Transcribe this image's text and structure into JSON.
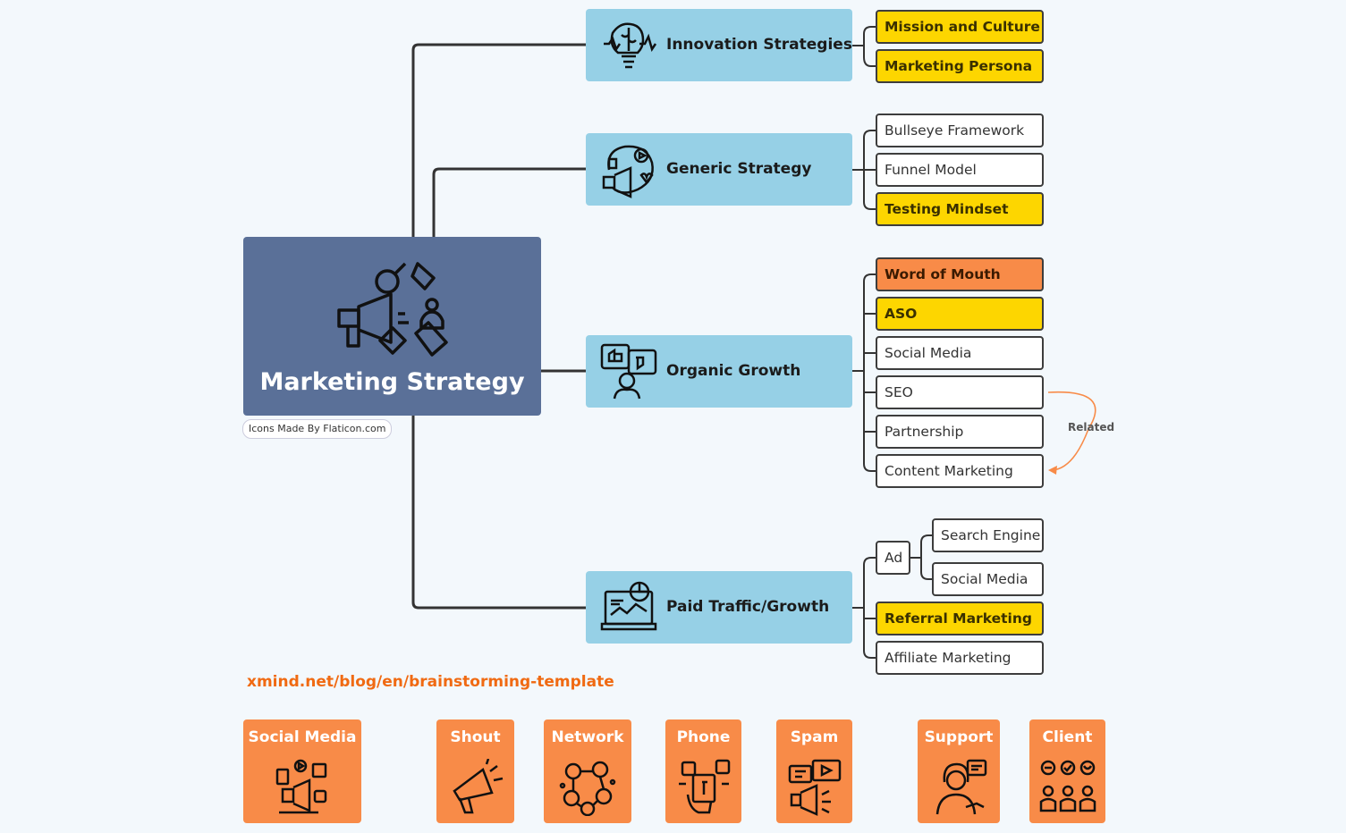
{
  "central": {
    "title": "Marketing Strategy",
    "icon": "megaphone-marketing-icon"
  },
  "credit": "Icons Made By Flaticon.com",
  "branches": [
    {
      "label": "Innovation Strategies",
      "icon": "brain-lightbulb-icon",
      "children": [
        {
          "label": "Mission and Culture",
          "color": "#fdd600"
        },
        {
          "label": "Marketing Persona",
          "color": "#fdd600"
        }
      ]
    },
    {
      "label": "Generic Strategy",
      "icon": "social-megaphone-icon",
      "children": [
        {
          "label": "Bullseye Framework",
          "color": "#ffffff"
        },
        {
          "label": "Funnel Model",
          "color": "#ffffff"
        },
        {
          "label": "Testing Mindset",
          "color": "#fdd600"
        }
      ]
    },
    {
      "label": "Organic Growth",
      "icon": "feedback-person-icon",
      "children": [
        {
          "label": "Word of Mouth",
          "color": "#f88b48"
        },
        {
          "label": "ASO",
          "color": "#fdd600"
        },
        {
          "label": "Social Media",
          "color": "#ffffff"
        },
        {
          "label": "SEO",
          "color": "#ffffff"
        },
        {
          "label": "Partnership",
          "color": "#ffffff"
        },
        {
          "label": "Content Marketing",
          "color": "#ffffff"
        }
      ]
    },
    {
      "label": "Paid Traffic/Growth",
      "icon": "laptop-analytics-icon",
      "children": [
        {
          "label": "Ad",
          "color": "#ffffff",
          "children": [
            "Search Engine",
            "Social Media"
          ]
        },
        {
          "label": "Referral Marketing",
          "color": "#fdd600"
        },
        {
          "label": "Affiliate Marketing",
          "color": "#ffffff"
        }
      ]
    }
  ],
  "relationship": {
    "from": "SEO",
    "to": "Content Marketing",
    "label": "Related",
    "color": "#f88b48"
  },
  "link_text": "xmind.net/blog/en/brainstorming-template",
  "cards": [
    {
      "label": "Social Media",
      "icon": "social-media-megaphone-icon"
    },
    {
      "label": "Shout",
      "icon": "megaphone-icon"
    },
    {
      "label": "Network",
      "icon": "network-people-icon"
    },
    {
      "label": "Phone",
      "icon": "phone-apps-icon"
    },
    {
      "label": "Spam",
      "icon": "spam-megaphone-icon"
    },
    {
      "label": "Support",
      "icon": "support-agent-icon"
    },
    {
      "label": "Client",
      "icon": "clients-icon"
    }
  ],
  "colors": {
    "central": "#5a7098",
    "branch": "#96d0e6",
    "highlight_yellow": "#fdd600",
    "highlight_orange": "#f88b48",
    "line": "#333333"
  }
}
